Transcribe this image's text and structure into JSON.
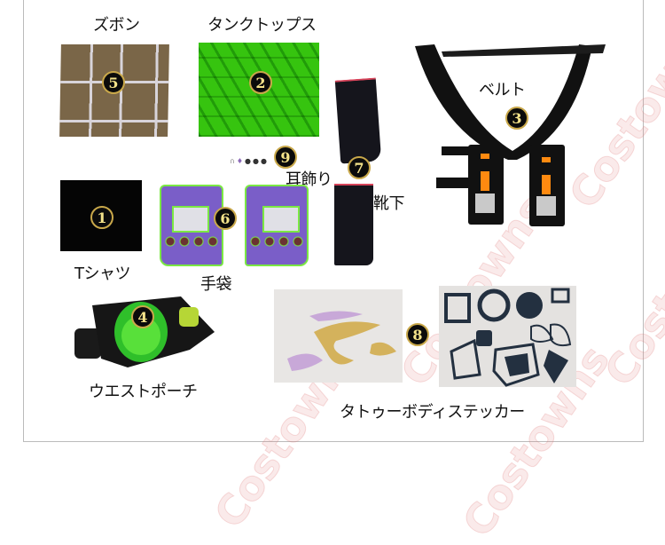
{
  "items": [
    {
      "number": "1",
      "label": "Tシャツ",
      "name": "t-shirt"
    },
    {
      "number": "2",
      "label": "タンクトップス",
      "name": "tank-top"
    },
    {
      "number": "3",
      "label": "ベルト",
      "name": "belt"
    },
    {
      "number": "4",
      "label": "ウエストポーチ",
      "name": "waist-pouch"
    },
    {
      "number": "5",
      "label": "ズボン",
      "name": "pants"
    },
    {
      "number": "6",
      "label": "手袋",
      "name": "gloves"
    },
    {
      "number": "7",
      "label": "靴下",
      "name": "socks"
    },
    {
      "number": "8",
      "label": "タトゥーボディステッカー",
      "name": "tattoo-body-sticker"
    },
    {
      "number": "9",
      "label": "耳飾り",
      "name": "earrings"
    }
  ],
  "watermark": "Costowns",
  "colors": {
    "badge_bg": "#0b0b0b",
    "badge_ring": "#c9a84a",
    "badge_text": "#f4e38a",
    "frame_border": "#bbbbbb",
    "watermark": "#e68c8c"
  }
}
